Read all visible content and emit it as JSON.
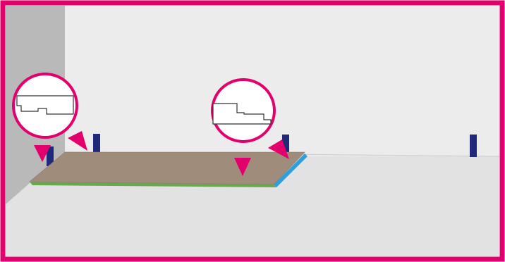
{
  "diagram": {
    "kind": "floor-installation-step",
    "frame_color": "#e3006d",
    "colors": {
      "back_wall": "#ececec",
      "left_wall": "#b9b9b9",
      "floor": "#e2e2e2",
      "plank_top": "#a08c7a",
      "plank_edge_front": "#6aa84f",
      "plank_edge_side": "#2f9fd8",
      "spacer": "#1f2a7a",
      "arrow": "#e3006d",
      "callout_border": "#e3006d",
      "callout_fill": "#ffffff"
    },
    "elements": {
      "spacers_count": 4,
      "arrows_count": 4,
      "callouts": [
        {
          "name": "tongue-groove-profile-left",
          "profile": "groove-with-step"
        },
        {
          "name": "tongue-groove-profile-center",
          "profile": "tongue-offset"
        }
      ]
    }
  }
}
